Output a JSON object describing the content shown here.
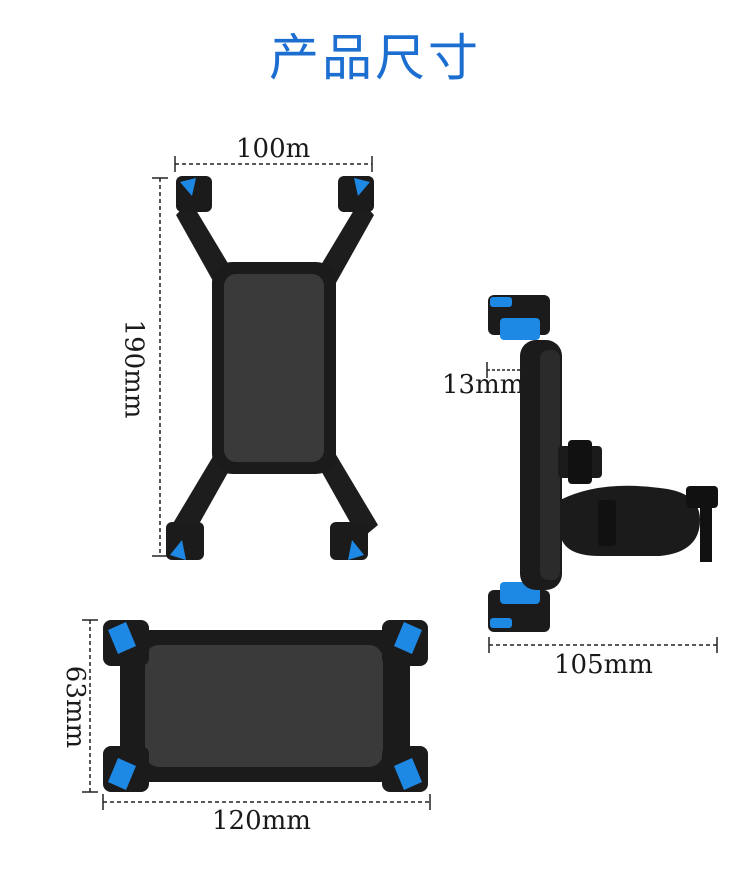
{
  "title": "产品尺寸",
  "dimensions": {
    "front_width": "100m",
    "front_height": "190mm",
    "clamp_depth": "13mm",
    "side_width": "105mm",
    "bottom_height": "63mm",
    "bottom_width": "120mm"
  },
  "colors": {
    "title": "#1c6fd1",
    "accent_blue": "#1e88e5",
    "body_black": "#1b1b1b",
    "pad_grey": "#3a3a3a"
  }
}
